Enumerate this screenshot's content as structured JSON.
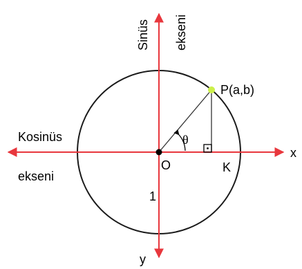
{
  "labels": {
    "sine_axis": "Sinüs",
    "sine_axis_2": "ekseni",
    "cosine_axis": "Kosinüs",
    "cosine_axis_2": "ekseni",
    "x_axis": "x",
    "y_axis": "y",
    "origin": "O",
    "point_p": "P(a,b)",
    "point_k": "K",
    "angle": "θ",
    "radius": "1"
  },
  "colors": {
    "axis": "#e8373d",
    "circle": "#1a1a1a",
    "segment": "#333333",
    "point_p": "#ccf04a",
    "origin": "#000000"
  }
}
